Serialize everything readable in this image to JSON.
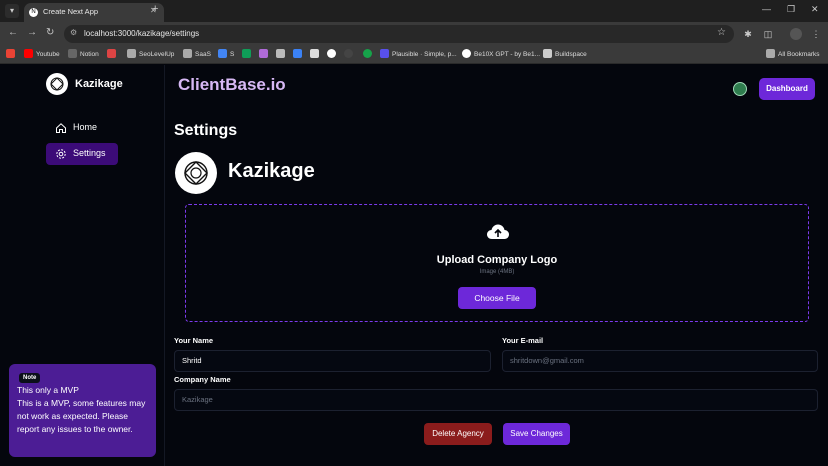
{
  "browser": {
    "tab_title": "Create Next App",
    "url": "localhost:3000/kazikage/settings",
    "bookmarks": [
      {
        "label": "Youtube",
        "color": "#ff0000"
      },
      {
        "label": "Notion",
        "color": "#888888"
      },
      {
        "label": "SeoLevelUp",
        "color": "#999999"
      },
      {
        "label": "SaaS",
        "color": "#999999"
      },
      {
        "label": "S",
        "color": "#4285f4"
      },
      {
        "label": "Plausible · Simple, p...",
        "color": "#5850ec"
      },
      {
        "label": "Be10X GPT - by Be1...",
        "color": "#ffffff"
      },
      {
        "label": "Buildspace",
        "color": "#cccccc"
      },
      {
        "label": "All Bookmarks",
        "color": "#999999"
      }
    ]
  },
  "sidebar": {
    "brand": "Kazikage",
    "items": [
      {
        "label": "Home",
        "icon": "home-icon",
        "active": false
      },
      {
        "label": "Settings",
        "icon": "gear-icon",
        "active": true
      }
    ]
  },
  "header": {
    "app_title": "ClientBase.io",
    "dashboard_label": "Dashboard"
  },
  "main": {
    "page_title": "Settings",
    "company_display_name": "Kazikage",
    "upload": {
      "title": "Upload Company Logo",
      "subtitle": "Image (4MB)",
      "choose_label": "Choose File"
    },
    "form": {
      "name_label": "Your Name",
      "name_value": "Shritd",
      "email_label": "Your E-mail",
      "email_placeholder": "shritdown@gmail.com",
      "company_label": "Company Name",
      "company_placeholder": "Kazikage"
    },
    "delete_label": "Delete Agency",
    "save_label": "Save Changes"
  },
  "note": {
    "badge": "Note",
    "title": "This only a MVP",
    "body": "This is a MVP, some features may not work as expected. Please report any issues to the owner."
  },
  "colors": {
    "accent": "#6d28d9",
    "active_nav": "#3c0b78",
    "danger": "#8b1c1c",
    "title_tint": "#d7b8f5",
    "background": "#04060d"
  }
}
